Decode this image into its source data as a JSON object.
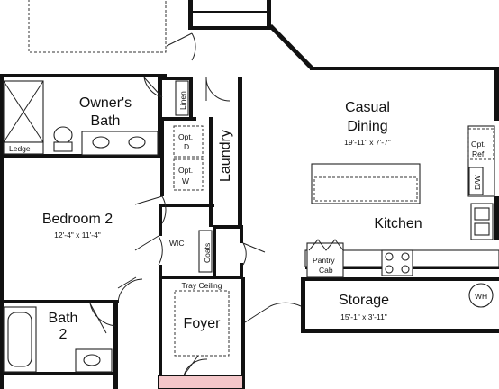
{
  "rooms": {
    "owners_bath": {
      "line1": "Owner's",
      "line2": "Bath"
    },
    "casual_dining": {
      "name": "Casual",
      "name2": "Dining",
      "dims": "19'-11\" x 7'-7\""
    },
    "laundry": {
      "name": "Laundry"
    },
    "kitchen": {
      "name": "Kitchen"
    },
    "bedroom2": {
      "name": "Bedroom 2",
      "dims": "12'-4\" x 11'-4\""
    },
    "storage": {
      "name": "Storage",
      "dims": "15'-1\" x 3'-11\""
    },
    "foyer": {
      "name": "Foyer"
    },
    "bath2": {
      "line1": "Bath",
      "line2": "2"
    }
  },
  "labels": {
    "ledge": "Ledge",
    "linen": "Linen",
    "opt_d_1": "Opt.",
    "opt_d_2": "D",
    "opt_w_1": "Opt.",
    "opt_w_2": "W",
    "opt_ref_1": "Opt.",
    "opt_ref_2": "Ref",
    "dw": "D/W",
    "wic": "WIC",
    "coats": "Coats",
    "pantry_cab_1": "Pantry",
    "pantry_cab_2": "Cab",
    "tray_ceiling": "Tray Ceiling",
    "wh": "WH"
  },
  "colors": {
    "wall": "#111111",
    "entry_accent": "#f4c6c9"
  }
}
